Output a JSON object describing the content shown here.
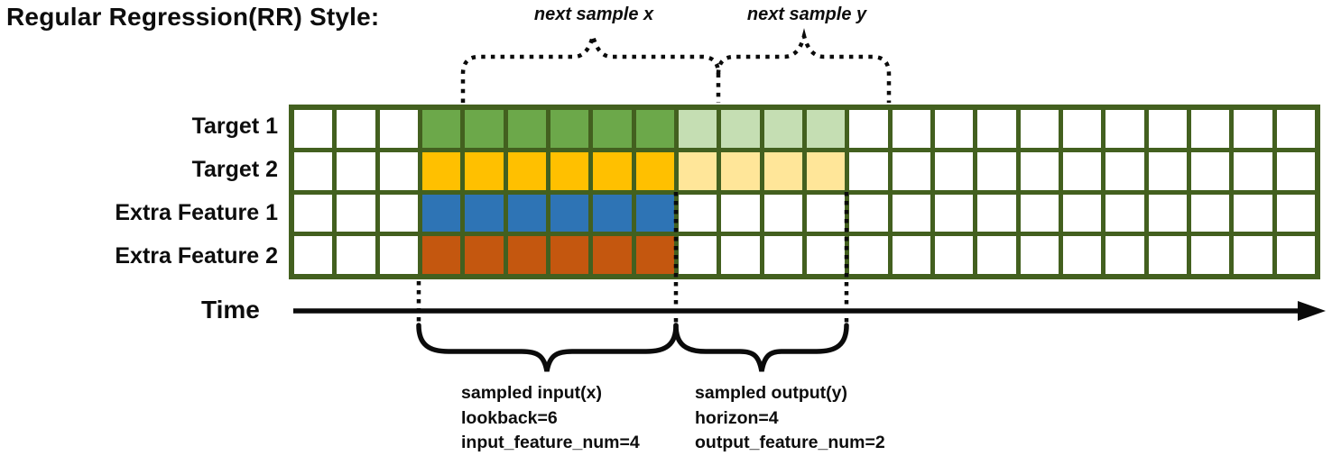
{
  "title": "Regular Regression(RR) Style:",
  "time_axis_label": "Time",
  "colors": {
    "grid_line": "#43601F",
    "green": "#6CA84A",
    "green_light": "#C5DEB3",
    "yellow": "#FFC000",
    "yellow_light": "#FFE699",
    "blue": "#2E74B5",
    "orange": "#C4570F",
    "empty": "#FFFFFF"
  },
  "grid": {
    "columns": 24,
    "input_start_col": 3,
    "input_cols": 6,
    "output_cols": 4,
    "rows": [
      {
        "label": "Target 1",
        "input_color": "green",
        "output_color": "green_light"
      },
      {
        "label": "Target 2",
        "input_color": "yellow",
        "output_color": "yellow_light"
      },
      {
        "label": "Extra Feature 1",
        "input_color": "blue",
        "output_color": null
      },
      {
        "label": "Extra Feature 2",
        "input_color": "orange",
        "output_color": null
      }
    ]
  },
  "annotations": {
    "next_sample_x": "next sample x",
    "next_sample_y": "next sample y",
    "input_block": [
      "sampled input(x)",
      "lookback=6",
      "input_feature_num=4"
    ],
    "output_block": [
      "sampled output(y)",
      "horizon=4",
      "output_feature_num=2"
    ]
  }
}
